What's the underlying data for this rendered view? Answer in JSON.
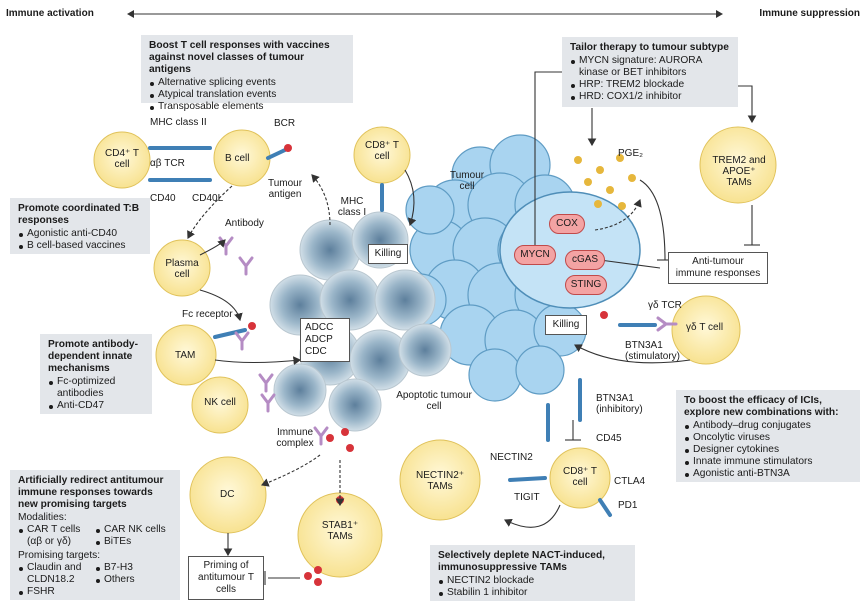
{
  "axis": {
    "left": "Immune activation",
    "right": "Immune suppression"
  },
  "boxes": {
    "vaccines": {
      "heading": "Boost T cell responses with vaccines against novel classes of tumour antigens",
      "items": [
        "Alternative splicing events",
        "Atypical translation events",
        "Transposable elements"
      ]
    },
    "tb": {
      "heading": "Promote coordinated T:B responses",
      "items": [
        "Agonistic anti-CD40",
        "B cell-based vaccines"
      ]
    },
    "antibody": {
      "heading": "Promote antibody-dependent innate mechanisms",
      "items": [
        "Fc-optimized antibodies",
        "Anti-CD47"
      ]
    },
    "redirect": {
      "heading": "Artificially redirect antitumour immune responses towards new promising targets",
      "modalities_label": "Modalities:",
      "modalities_left": [
        "CAR T cells (αβ or γδ)"
      ],
      "modalities_right": [
        "CAR NK cells",
        "BiTEs"
      ],
      "targets_label": "Promising targets:",
      "targets_left": [
        "Claudin and CLDN18.2",
        "FSHR"
      ],
      "targets_right": [
        "B7-H3",
        "Others"
      ]
    },
    "tailor": {
      "heading": "Tailor therapy to tumour subtype",
      "items": [
        "MYCN signature: AURORA kinase or BET inhibitors",
        "HRP: TREM2 blockade",
        "HRD: COX1/2 inhibitor"
      ]
    },
    "icis": {
      "heading": "To boost the efficacy of ICIs, explore new combinations with:",
      "items": [
        "Antibody–drug conjugates",
        "Oncolytic viruses",
        "Designer cytokines",
        "Innate immune stimulators",
        "Agonistic anti-BTN3A"
      ]
    },
    "nact": {
      "heading": "Selectively deplete NACT-induced, immunosuppressive TAMs",
      "items": [
        "NECTIN2 blockade",
        "Stabilin 1 inhibitor"
      ]
    }
  },
  "labels": {
    "cd4": "CD4⁺ T cell",
    "bcell": "B cell",
    "mhc2": "MHC class II",
    "abtcr": "αβ TCR",
    "cd40": "CD40",
    "cd40l": "CD40L",
    "bcr": "BCR",
    "tumour_antigen": "Tumour antigen",
    "cd8_top": "CD8⁺ T cell",
    "mhc1": "MHC class I",
    "killing1": "Killing",
    "tumour_cell": "Tumour cell",
    "antibody": "Antibody",
    "plasma": "Plasma cell",
    "fc_receptor": "Fc receptor",
    "tam": "TAM",
    "nk": "NK cell",
    "adcc": "ADCC",
    "adcp": "ADCP",
    "cdc": "CDC",
    "apoptotic": "Apoptotic tumour cell",
    "immune_complex": "Immune complex",
    "dc": "DC",
    "priming": "Priming of antitumour T cells",
    "stab1": "STAB1⁺ TAMs",
    "nectin2_tams": "NECTIN2⁺ TAMs",
    "nectin2": "NECTIN2",
    "tigit": "TIGIT",
    "cd8_bottom": "CD8⁺ T cell",
    "ctla4": "CTLA4",
    "pd1": "PD1",
    "cd45": "CD45",
    "btn3a1_inh": "BTN3A1 (inhibitory)",
    "btn3a1_stim": "BTN3A1 (stimulatory)",
    "gd_tcr": "γδ TCR",
    "gd_tcell": "γδ T cell",
    "killing2": "Killing",
    "pge2": "PGE₂",
    "cox": "COX",
    "mycn": "MYCN",
    "cgas": "cGAS",
    "sting": "STING",
    "anti_tumour": "Anti-tumour immune responses",
    "trem2": "TREM2 and APOE⁺ TAMs"
  },
  "colors": {
    "box": "#e3e6ea",
    "cell_yellow": "#fbe9a6",
    "tumour_blue": "#a9d4f0",
    "apoptotic": "#7f9fb7",
    "pill": "#f3a3a3",
    "receptor": "#3f7fb5",
    "antibody": "#b58cc4",
    "red": "#d7333a"
  }
}
